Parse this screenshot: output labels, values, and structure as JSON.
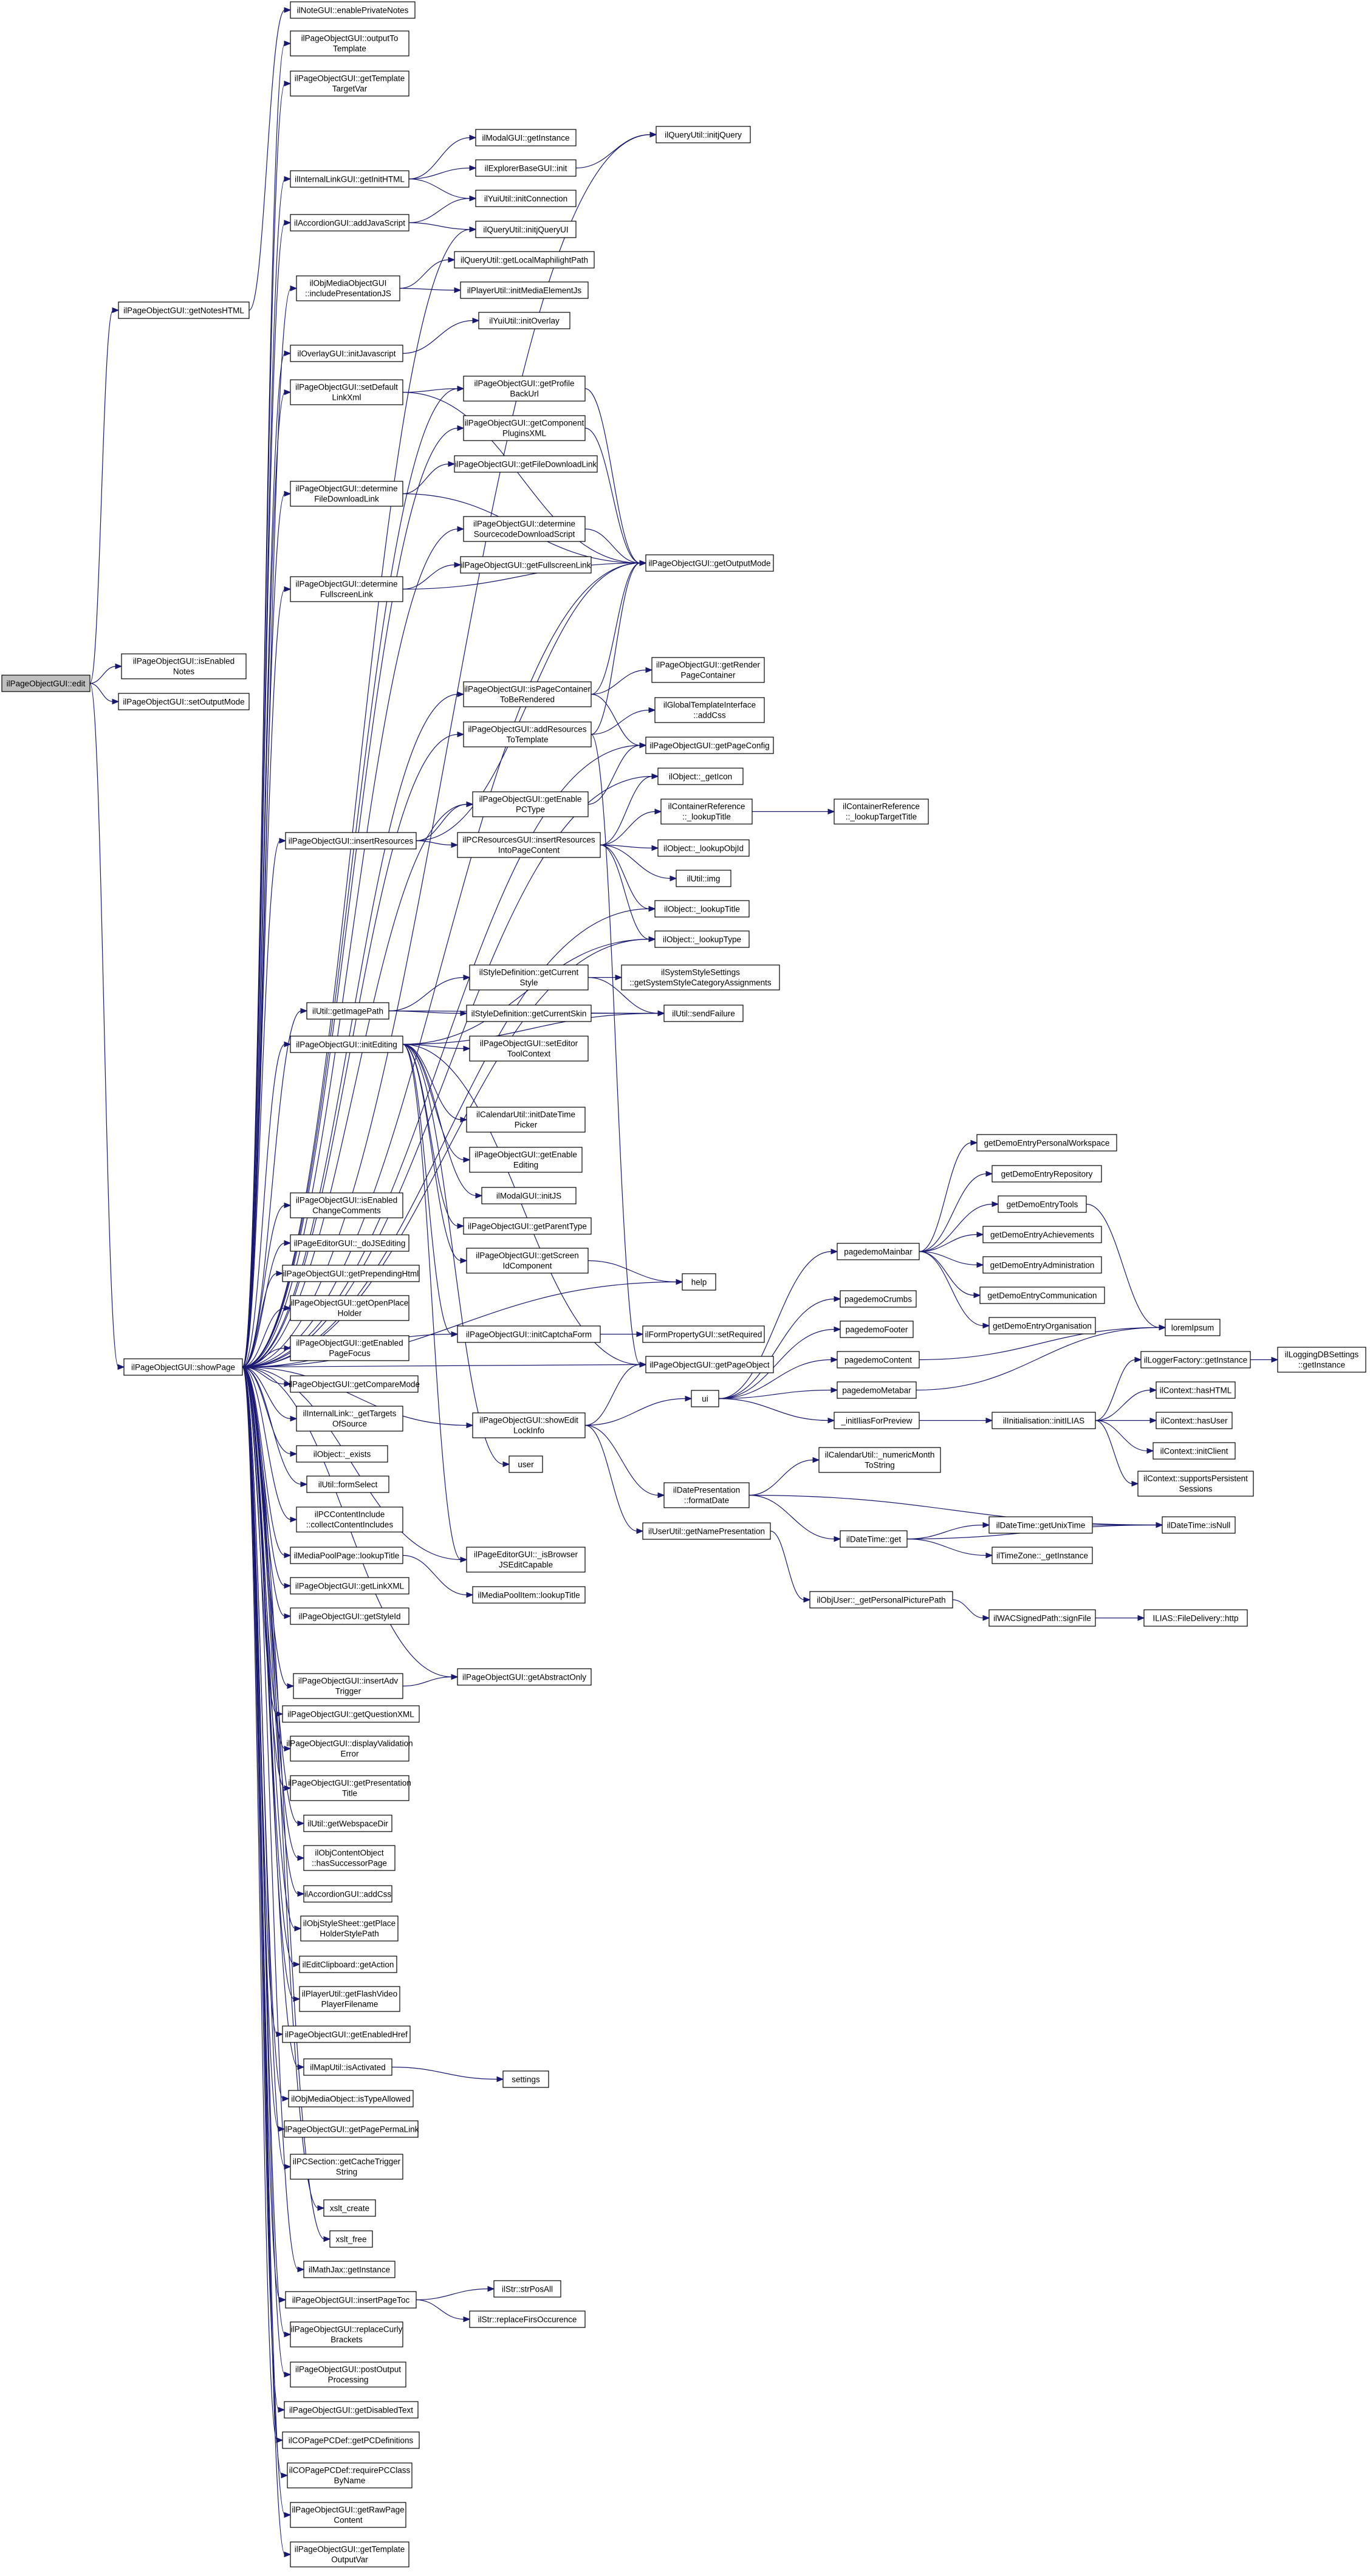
{
  "graph": {
    "root": "ilPageObjectGUI::edit",
    "colors": {
      "edge": "#191970",
      "node_border": "#000000",
      "root_fill": "#bfbfbf",
      "node_fill": "#ffffff"
    },
    "nodes": [
      {
        "id": "n0",
        "label": "ilPageObjectGUI::edit",
        "root": true
      },
      {
        "id": "n1",
        "label": "ilPageObjectGUI::getNotesHTML"
      },
      {
        "id": "n2",
        "label": "ilPageObjectGUI::isEnabled Notes"
      },
      {
        "id": "n3",
        "label": "ilPageObjectGUI::setOutputMode"
      },
      {
        "id": "n4",
        "label": "ilPageObjectGUI::showPage"
      },
      {
        "id": "n5",
        "label": "ilNoteGUI::enablePrivateNotes"
      },
      {
        "id": "n6",
        "label": "ilPageObjectGUI::outputTo Template"
      },
      {
        "id": "n7",
        "label": "ilPageObjectGUI::getTemplate TargetVar"
      },
      {
        "id": "n8",
        "label": "ilInternalLinkGUI::getInitHTML"
      },
      {
        "id": "n9",
        "label": "ilAccordionGUI::addJavaScript"
      },
      {
        "id": "n10",
        "label": "ilObjMediaObjectGUI ::includePresentationJS"
      },
      {
        "id": "n11",
        "label": "ilOverlayGUI::initJavascript"
      },
      {
        "id": "n12",
        "label": "ilPageObjectGUI::setDefault LinkXml"
      },
      {
        "id": "n13",
        "label": "ilPageObjectGUI::determine FileDownloadLink"
      },
      {
        "id": "n14",
        "label": "ilPageObjectGUI::determine FullscreenLink"
      },
      {
        "id": "n15",
        "label": "ilPageObjectGUI::insertResources"
      },
      {
        "id": "n16",
        "label": "ilUtil::getImagePath"
      },
      {
        "id": "n17",
        "label": "ilPageObjectGUI::initEditing"
      },
      {
        "id": "n18",
        "label": "ilPageObjectGUI::isEnabled ChangeComments"
      },
      {
        "id": "n19",
        "label": "ilPageEditorGUI::_doJSEditing"
      },
      {
        "id": "n20",
        "label": "ilPageObjectGUI::getPrependingHtml"
      },
      {
        "id": "n21",
        "label": "ilPageObjectGUI::getOpenPlace Holder"
      },
      {
        "id": "n22",
        "label": "ilPageObjectGUI::getEnabled PageFocus"
      },
      {
        "id": "n23",
        "label": "ilPageObjectGUI::getCompareMode"
      },
      {
        "id": "n24",
        "label": "ilInternalLink::_getTargets OfSource"
      },
      {
        "id": "n25",
        "label": "ilObject::_exists"
      },
      {
        "id": "n26",
        "label": "ilUtil::formSelect"
      },
      {
        "id": "n27",
        "label": "ilPCContentInclude ::collectContentIncludes"
      },
      {
        "id": "n28",
        "label": "ilMediaPoolPage::lookupTitle"
      },
      {
        "id": "n29",
        "label": "ilPageObjectGUI::getLinkXML"
      },
      {
        "id": "n30",
        "label": "ilPageObjectGUI::getStyleId"
      },
      {
        "id": "n31",
        "label": "ilPageObjectGUI::insertAdv Trigger"
      },
      {
        "id": "n32",
        "label": "ilPageObjectGUI::getQuestionXML"
      },
      {
        "id": "n33",
        "label": "ilPageObjectGUI::displayValidation Error"
      },
      {
        "id": "n34",
        "label": "ilPageObjectGUI::getPresentation Title"
      },
      {
        "id": "n35",
        "label": "ilUtil::getWebspaceDir"
      },
      {
        "id": "n36",
        "label": "ilObjContentObject ::hasSuccessorPage"
      },
      {
        "id": "n37",
        "label": "ilAccordionGUI::addCss"
      },
      {
        "id": "n38",
        "label": "ilObjStyleSheet::getPlace HolderStylePath"
      },
      {
        "id": "n39",
        "label": "ilEditClipboard::getAction"
      },
      {
        "id": "n40",
        "label": "ilPlayerUtil::getFlashVideo PlayerFilename"
      },
      {
        "id": "n41",
        "label": "ilPageObjectGUI::getEnabledHref"
      },
      {
        "id": "n42",
        "label": "ilMapUtil::isActivated"
      },
      {
        "id": "n43",
        "label": "ilObjMediaObject::isTypeAllowed"
      },
      {
        "id": "n44",
        "label": "ilPageObjectGUI::getPagePermaLink"
      },
      {
        "id": "n45",
        "label": "ilPCSection::getCacheTrigger String"
      },
      {
        "id": "n46",
        "label": "xslt_create"
      },
      {
        "id": "n47",
        "label": "xslt_free"
      },
      {
        "id": "n48",
        "label": "ilMathJax::getInstance"
      },
      {
        "id": "n49",
        "label": "ilPageObjectGUI::insertPageToc"
      },
      {
        "id": "n50",
        "label": "ilPageObjectGUI::replaceCurly Brackets"
      },
      {
        "id": "n51",
        "label": "ilPageObjectGUI::postOutput Processing"
      },
      {
        "id": "n52",
        "label": "ilPageObjectGUI::getDisabledText"
      },
      {
        "id": "n53",
        "label": "ilCOPagePCDef::getPCDefinitions"
      },
      {
        "id": "n54",
        "label": "ilCOPagePCDef::requirePCClass ByName"
      },
      {
        "id": "n55",
        "label": "ilPageObjectGUI::getRawPage Content"
      },
      {
        "id": "n56",
        "label": "ilPageObjectGUI::getTemplate OutputVar"
      },
      {
        "id": "n57",
        "label": "ilModalGUI::getInstance"
      },
      {
        "id": "n58",
        "label": "ilExplorerBaseGUI::init"
      },
      {
        "id": "n59",
        "label": "ilYuiUtil::initConnection"
      },
      {
        "id": "n60",
        "label": "ilQueryUtil::initjQuery"
      },
      {
        "id": "n61",
        "label": "ilQueryUtil::initjQueryUI"
      },
      {
        "id": "n62",
        "label": "ilQueryUtil::getLocalMaphilightPath"
      },
      {
        "id": "n63",
        "label": "ilPlayerUtil::initMediaElementJs"
      },
      {
        "id": "n64",
        "label": "ilYuiUtil::initOverlay"
      },
      {
        "id": "n65",
        "label": "ilPageObjectGUI::getProfile BackUrl"
      },
      {
        "id": "n66",
        "label": "ilPageObjectGUI::getComponent PluginsXML"
      },
      {
        "id": "n67",
        "label": "ilPageObjectGUI::getFileDownloadLink"
      },
      {
        "id": "n68",
        "label": "ilPageObjectGUI::determine SourcecodeDownloadScript"
      },
      {
        "id": "n69",
        "label": "ilPageObjectGUI::getFullscreenLink"
      },
      {
        "id": "n70",
        "label": "ilPageObjectGUI::getOutputMode"
      },
      {
        "id": "n71",
        "label": "ilPageObjectGUI::isPageContainer ToBeRendered"
      },
      {
        "id": "n72",
        "label": "ilPageObjectGUI::addResources ToTemplate"
      },
      {
        "id": "n73",
        "label": "ilPageObjectGUI::getRender PageContainer"
      },
      {
        "id": "n74",
        "label": "ilGlobalTemplateInterface ::addCss"
      },
      {
        "id": "n75",
        "label": "ilPageObjectGUI::getPageConfig"
      },
      {
        "id": "n76",
        "label": "ilPageObjectGUI::getEnable PCType"
      },
      {
        "id": "n77",
        "label": "ilPCResourcesGUI::insertResources IntoPageContent"
      },
      {
        "id": "n78",
        "label": "ilObject::_getIcon"
      },
      {
        "id": "n79",
        "label": "ilContainerReference ::_lookupTitle"
      },
      {
        "id": "n80",
        "label": "ilContainerReference ::_lookupTargetTitle"
      },
      {
        "id": "n81",
        "label": "ilObject::_lookupObjId"
      },
      {
        "id": "n82",
        "label": "ilUtil::img"
      },
      {
        "id": "n83",
        "label": "ilObject::_lookupTitle"
      },
      {
        "id": "n84",
        "label": "ilObject::_lookupType"
      },
      {
        "id": "n85",
        "label": "ilStyleDefinition::getCurrent Style"
      },
      {
        "id": "n86",
        "label": "ilSystemStyleSettings ::getSystemStyleCategoryAssignments"
      },
      {
        "id": "n87",
        "label": "ilStyleDefinition::getCurrentSkin"
      },
      {
        "id": "n88",
        "label": "ilUtil::sendFailure"
      },
      {
        "id": "n89",
        "label": "ilPageObjectGUI::setEditor ToolContext"
      },
      {
        "id": "n90",
        "label": "ilCalendarUtil::initDateTime Picker"
      },
      {
        "id": "n91",
        "label": "ilPageObjectGUI::getEnable Editing"
      },
      {
        "id": "n92",
        "label": "ilModalGUI::initJS"
      },
      {
        "id": "n93",
        "label": "ilPageObjectGUI::getParentType"
      },
      {
        "id": "n94",
        "label": "ilPageObjectGUI::getScreen IdComponent"
      },
      {
        "id": "n95",
        "label": "help"
      },
      {
        "id": "n96",
        "label": "ilPageObjectGUI::initCaptchaForm"
      },
      {
        "id": "n97",
        "label": "ilFormPropertyGUI::setRequired"
      },
      {
        "id": "n98",
        "label": "ilPageObjectGUI::getPageObject"
      },
      {
        "id": "n99",
        "label": "ilPageObjectGUI::showEdit LockInfo"
      },
      {
        "id": "n100",
        "label": "user"
      },
      {
        "id": "n101",
        "label": "ilPageEditorGUI::_isBrowser JSEditCapable"
      },
      {
        "id": "n102",
        "label": "ilMediaPoolItem::lookupTitle"
      },
      {
        "id": "n103",
        "label": "ilPageObjectGUI::getAbstractOnly"
      },
      {
        "id": "n104",
        "label": "settings"
      },
      {
        "id": "n105",
        "label": "ilStr::strPosAll"
      },
      {
        "id": "n106",
        "label": "ilStr::replaceFirsOccurence"
      },
      {
        "id": "n107",
        "label": "ui"
      },
      {
        "id": "n108",
        "label": "ilDatePresentation ::formatDate"
      },
      {
        "id": "n109",
        "label": "ilUserUtil::getNamePresentation"
      },
      {
        "id": "n110",
        "label": "pagedemoMainbar"
      },
      {
        "id": "n111",
        "label": "pagedemoCrumbs"
      },
      {
        "id": "n112",
        "label": "pagedemoFooter"
      },
      {
        "id": "n113",
        "label": "pagedemoContent"
      },
      {
        "id": "n114",
        "label": "pagedemoMetabar"
      },
      {
        "id": "n115",
        "label": "_initIliasForPreview"
      },
      {
        "id": "n116",
        "label": "ilCalendarUtil::_numericMonth ToString"
      },
      {
        "id": "n117",
        "label": "ilDateTime::get"
      },
      {
        "id": "n118",
        "label": "ilObjUser::_getPersonalPicturePath"
      },
      {
        "id": "n119",
        "label": "getDemoEntryPersonalWorkspace"
      },
      {
        "id": "n120",
        "label": "getDemoEntryRepository"
      },
      {
        "id": "n121",
        "label": "getDemoEntryTools"
      },
      {
        "id": "n122",
        "label": "getDemoEntryAchievements"
      },
      {
        "id": "n123",
        "label": "getDemoEntryAdministration"
      },
      {
        "id": "n124",
        "label": "getDemoEntryCommunication"
      },
      {
        "id": "n125",
        "label": "getDemoEntryOrganisation"
      },
      {
        "id": "n126",
        "label": "loremIpsum"
      },
      {
        "id": "n127",
        "label": "ilInitialisation::initILIAS"
      },
      {
        "id": "n128",
        "label": "ilDateTime::getUnixTime"
      },
      {
        "id": "n129",
        "label": "ilTimeZone::_getInstance"
      },
      {
        "id": "n130",
        "label": "ilWACSignedPath::signFile"
      },
      {
        "id": "n131",
        "label": "ilLoggerFactory::getInstance"
      },
      {
        "id": "n132",
        "label": "ilContext::hasHTML"
      },
      {
        "id": "n133",
        "label": "ilContext::hasUser"
      },
      {
        "id": "n134",
        "label": "ilContext::initClient"
      },
      {
        "id": "n135",
        "label": "ilContext::supportsPersistent Sessions"
      },
      {
        "id": "n136",
        "label": "ilDateTime::isNull"
      },
      {
        "id": "n137",
        "label": "ILIAS::FileDelivery::http"
      },
      {
        "id": "n138",
        "label": "ilLoggingDBSettings ::getInstance"
      }
    ]
  }
}
